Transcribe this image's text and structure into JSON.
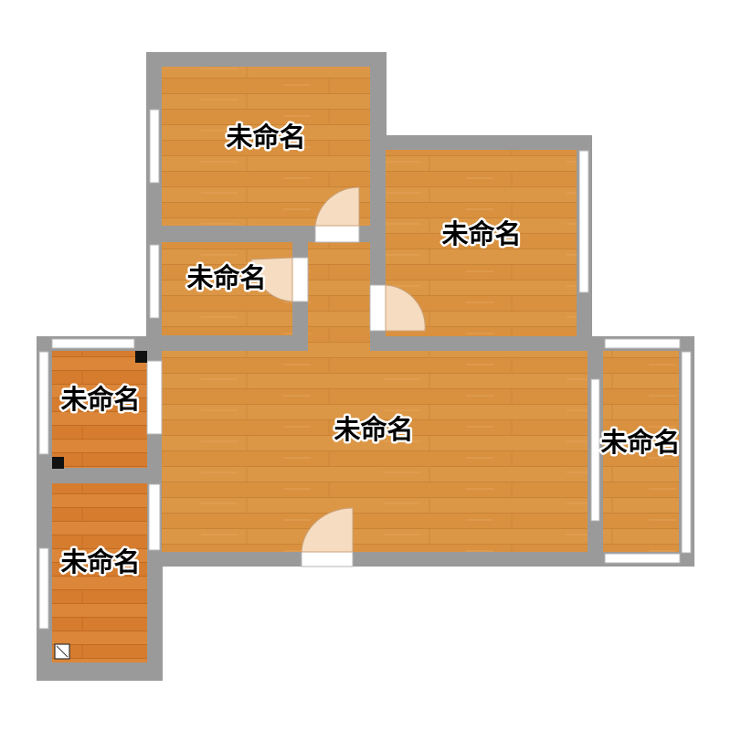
{
  "rooms": [
    {
      "id": "bedroom-top-left",
      "label": "未命名"
    },
    {
      "id": "bedroom-right",
      "label": "未命名"
    },
    {
      "id": "small-room",
      "label": "未命名"
    },
    {
      "id": "balcony-left",
      "label": "未命名"
    },
    {
      "id": "living-room",
      "label": "未命名"
    },
    {
      "id": "balcony-right",
      "label": "未命名"
    },
    {
      "id": "kitchen",
      "label": "未命名"
    }
  ],
  "colors": {
    "wall": "#9a9a9a",
    "floor_main": "#d9913f",
    "floor_dark": "#d67c2e",
    "window": "#ffffff",
    "door_swing": "#f6dcc0",
    "label": "#000000"
  }
}
